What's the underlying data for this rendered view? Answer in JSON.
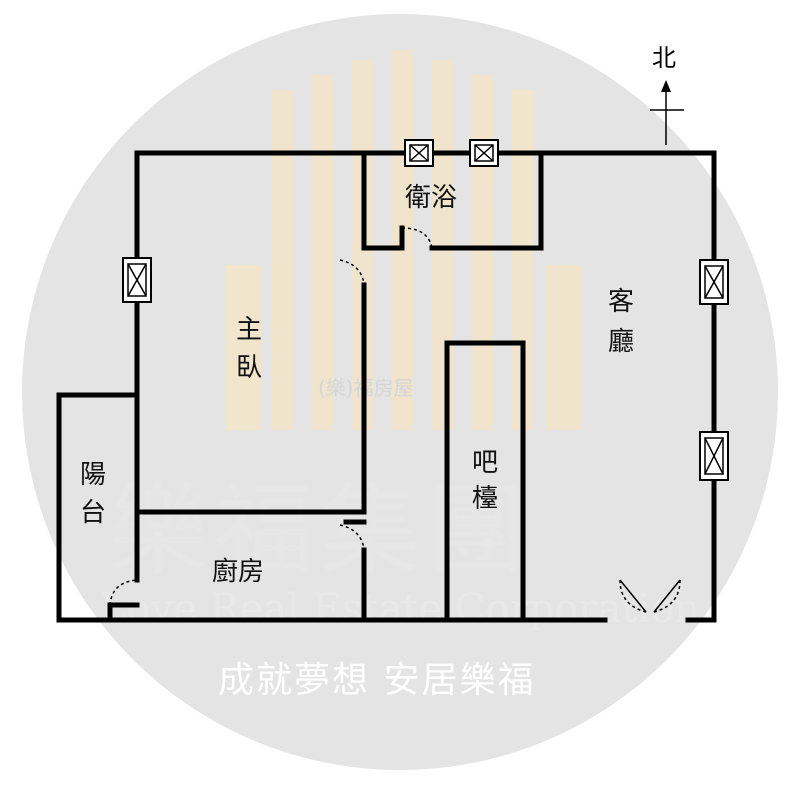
{
  "watermark": {
    "company_zh": "樂福集團",
    "company_en": "Love Real Estate Corporation",
    "slogan": "成就夢想 安居樂福",
    "logo_text": "(樂)福房屋"
  },
  "compass": {
    "label": "北"
  },
  "rooms": {
    "bathroom": "衛浴",
    "master_bedroom_1": "主",
    "master_bedroom_2": "臥",
    "living_room_1": "客",
    "living_room_2": "廳",
    "bar_1": "吧",
    "bar_2": "檯",
    "balcony_1": "陽",
    "balcony_2": "台",
    "kitchen": "廚房"
  },
  "colors": {
    "wall": "#000000",
    "watermark_circle": "#e3e3e3",
    "logo_gold": "#f3e6c8"
  }
}
